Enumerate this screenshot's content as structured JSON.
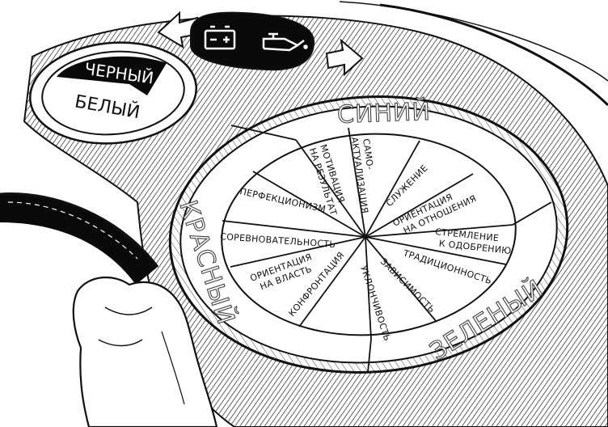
{
  "gauge": {
    "black_label": "ЧЕРНЫЙ",
    "white_label": "БЕЛЫЙ"
  },
  "dashboard_icons": [
    "battery-icon",
    "oil-can-icon"
  ],
  "wheel": {
    "quadrants": {
      "blue": "СИНИЙ",
      "red": "КРАСНЫЙ",
      "green": "ЗЕЛЕНЫЙ"
    },
    "segments": {
      "self_actualization": [
        "САМО-",
        "АКТУАЛИЗАЦИЯ"
      ],
      "result_motivation": [
        "МОТИВАЦИЯ",
        "НА РЕЗУЛЬТАТ"
      ],
      "service": "СЛУЖЕНИЕ",
      "relationship_orientation": [
        "ОРИЕНТАЦИЯ",
        "НА ОТНОШЕНИЯ"
      ],
      "approval_seeking": [
        "СТРЕМЛЕНИЕ",
        "К ОДОБРЕНИЮ"
      ],
      "traditionalism": "ТРАДИЦИОННОСТЬ",
      "dependence": "ЗАВИСИМОСТЬ",
      "evasiveness": "УКЛОНЧИВОСТЬ",
      "confrontation": "КОНФРОНТАЦИЯ",
      "power_orientation": [
        "ОРИЕНТАЦИЯ",
        "НА ВЛАСТЬ"
      ],
      "competitiveness": "СОРЕВНОВАТЕЛЬНОСТЬ",
      "perfectionism": "ПЕРФЕКЦИОНИЗМ"
    }
  }
}
